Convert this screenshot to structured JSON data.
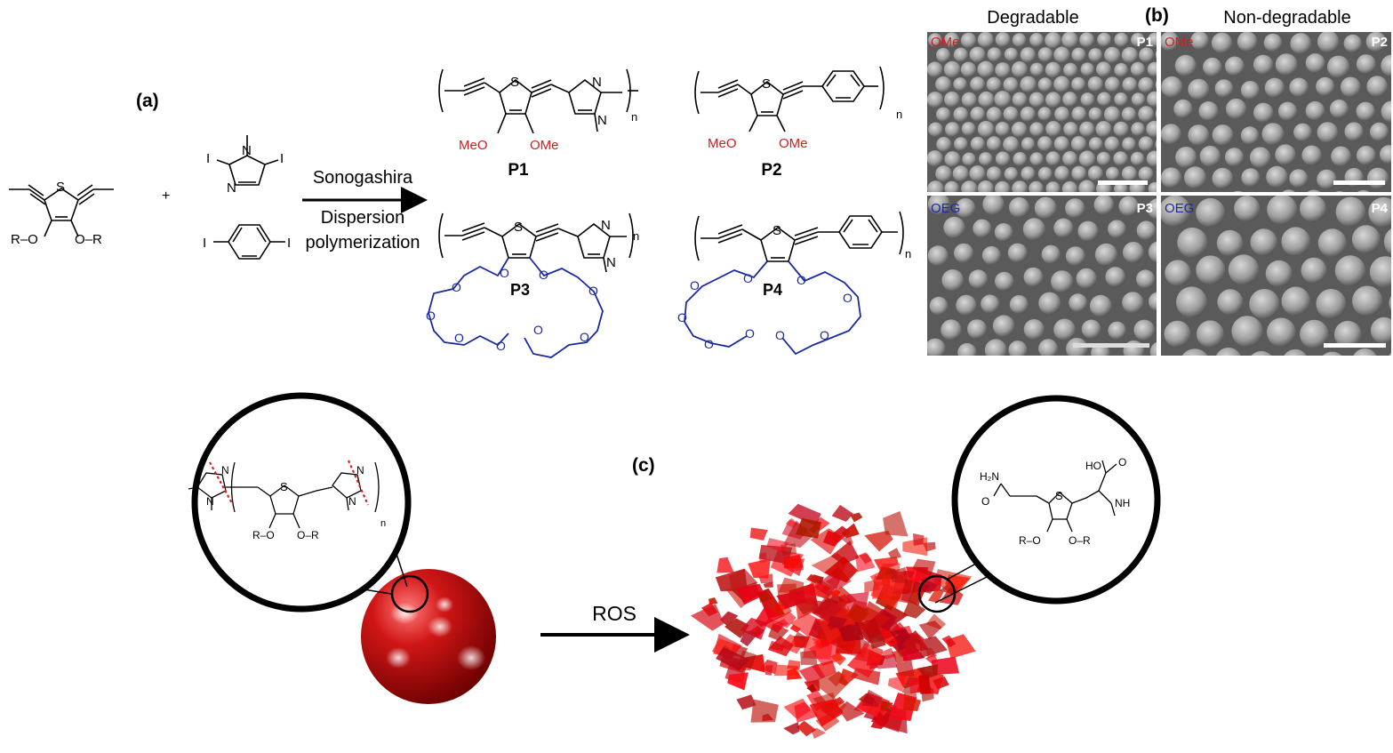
{
  "panel_labels": {
    "a": "(a)",
    "b": "(b)",
    "c": "(c)"
  },
  "reaction": {
    "monomer": {
      "sulfur": "S",
      "left_substituent": "R–O",
      "right_substituent": "O–R"
    },
    "plus": "+",
    "imidazole_reagent": {
      "iodo_left": "I",
      "iodo_right": "I",
      "nitrogen_top": "N",
      "nitrogen_bottom": "N"
    },
    "benzene_reagent": {
      "iodo_left": "I",
      "iodo_right": "I"
    },
    "arrow_label_line1": "Sonogashira",
    "arrow_label_line2": "Dispersion",
    "arrow_label_line3": "polymerization"
  },
  "polymers": [
    {
      "id": "P1",
      "name": "P1",
      "left_sub": "MeO",
      "right_sub": "OMe",
      "repeat": "n",
      "sulfur": "S",
      "n1": "N",
      "n2": "N"
    },
    {
      "id": "P2",
      "name": "P2",
      "left_sub": "MeO",
      "right_sub": "OMe",
      "repeat": "n",
      "sulfur": "S"
    },
    {
      "id": "P3",
      "name": "P3",
      "repeat": "n",
      "sulfur": "S",
      "n1": "N",
      "n2": "N",
      "ether_o": "O"
    },
    {
      "id": "P4",
      "name": "P4",
      "repeat": "n",
      "sulfur": "S",
      "ether_o": "O"
    }
  ],
  "sem": {
    "col_headers": [
      "Degradable",
      "Non-degradable"
    ],
    "tiles": [
      {
        "sample": "P1",
        "side_chain": "OMe"
      },
      {
        "sample": "P2",
        "side_chain": "OMe"
      },
      {
        "sample": "P3",
        "side_chain": "OEG"
      },
      {
        "sample": "P4",
        "side_chain": "OEG"
      }
    ]
  },
  "degradation": {
    "arrow_label": "ROS",
    "left_inset": {
      "sulfur": "S",
      "n": "N",
      "n_left": "N",
      "n_right": "N",
      "left_sub": "R–O",
      "right_sub": "O–R",
      "repeat": "n"
    },
    "right_inset": {
      "amide": "H₂N",
      "amide_o": "O",
      "acid": "HO",
      "acid_o": "O",
      "amine": "NH",
      "sulfur": "S",
      "left_sub": "R–O",
      "right_sub": "O–R"
    }
  },
  "colors": {
    "methoxy_red": "#cc1f1f",
    "oeg_blue": "#1a2aa0",
    "particle_red": "#c81414",
    "sem_gray": "#5a5a5a"
  }
}
